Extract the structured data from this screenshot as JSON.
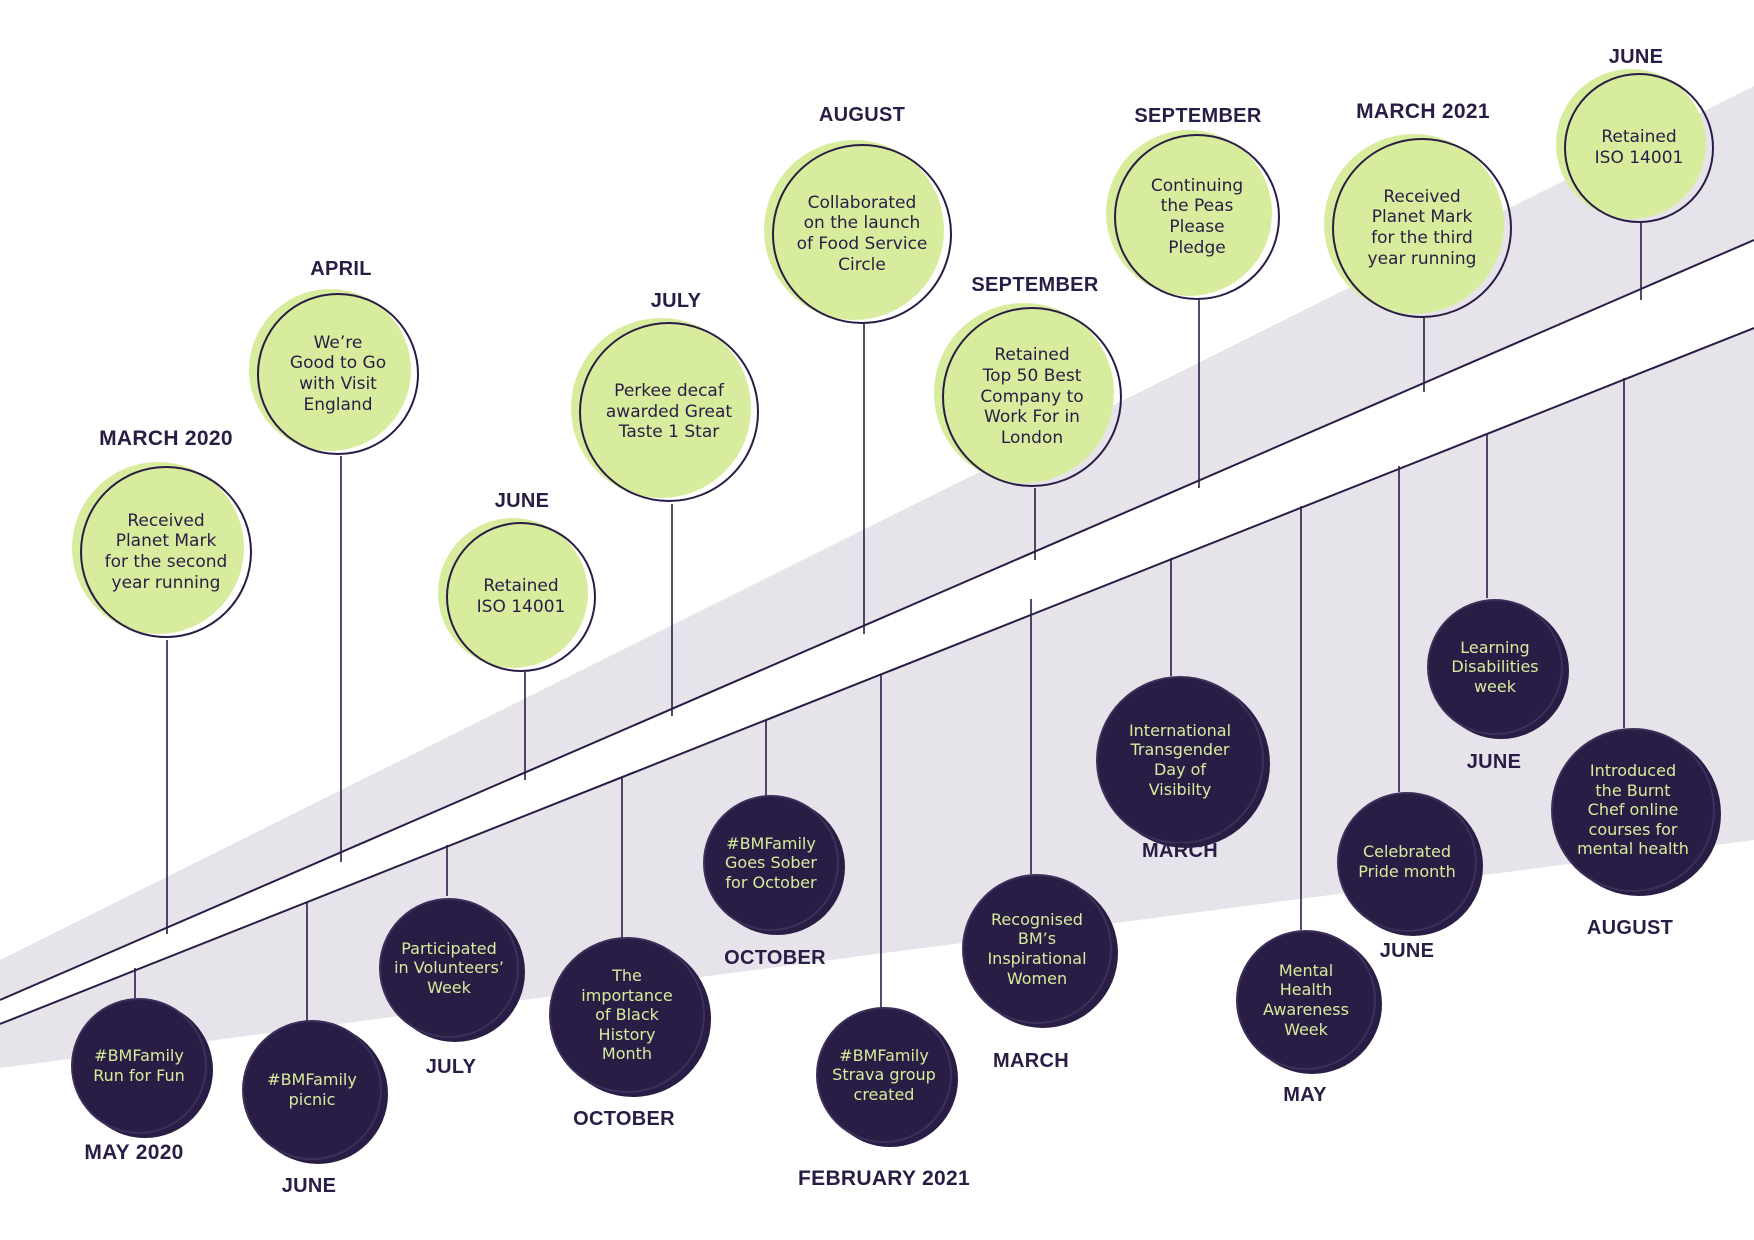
{
  "colors": {
    "navy": "#2a1d45",
    "lime": "#d7ec9c",
    "band": "#e6e4ea"
  },
  "events": [
    {
      "id": "mar-2020",
      "label": "MARCH 2020",
      "text": "Received\nPlanet Mark\nfor the second\nyear running",
      "style": "green"
    },
    {
      "id": "apr-2020",
      "label": "APRIL",
      "text": "We’re\nGood to Go\nwith Visit\nEngland",
      "style": "green"
    },
    {
      "id": "jun-2020-top",
      "label": "JUNE",
      "text": "Retained\nISO 14001",
      "style": "green"
    },
    {
      "id": "jul-2020-top",
      "label": "JULY",
      "text": "Perkee decaf\nawarded Great\nTaste 1 Star",
      "style": "green"
    },
    {
      "id": "aug-2020",
      "label": "AUGUST",
      "text": "Collaborated\non the launch\nof Food Service\nCircle",
      "style": "green"
    },
    {
      "id": "sep-2020-a",
      "label": "SEPTEMBER",
      "text": "Retained\nTop 50 Best\nCompany to\nWork For in\nLondon",
      "style": "green"
    },
    {
      "id": "sep-2020-b",
      "label": "SEPTEMBER",
      "text": "Continuing\nthe Peas\nPlease\nPledge",
      "style": "green"
    },
    {
      "id": "mar-2021",
      "label": "MARCH 2021",
      "text": "Received\nPlanet Mark\nfor the third\nyear running",
      "style": "green"
    },
    {
      "id": "jun-2021-top",
      "label": "JUNE",
      "text": "Retained\nISO 14001",
      "style": "green"
    },
    {
      "id": "may-2020",
      "label": "MAY 2020",
      "text": "#BMFamily\nRun for Fun",
      "style": "purple"
    },
    {
      "id": "jun-2020-bot",
      "label": "JUNE",
      "text": "#BMFamily\npicnic",
      "style": "purple"
    },
    {
      "id": "jul-2020-bot",
      "label": "JULY",
      "text": "Participated\nin Volunteers’\nWeek",
      "style": "purple"
    },
    {
      "id": "oct-2020-a",
      "label": "OCTOBER",
      "text": "The\nimportance\nof Black\nHistory\nMonth",
      "style": "purple"
    },
    {
      "id": "oct-2020-b",
      "label": "OCTOBER",
      "text": "#BMFamily\nGoes Sober\nfor October",
      "style": "purple"
    },
    {
      "id": "feb-2021",
      "label": "FEBRUARY 2021",
      "text": "#BMFamily\nStrava group\ncreated",
      "style": "purple"
    },
    {
      "id": "mar-2021-bot-a",
      "label": "MARCH",
      "text": "Recognised\nBM’s\nInspirational\nWomen",
      "style": "purple"
    },
    {
      "id": "mar-2021-bot-b",
      "label": "MARCH",
      "text": "International\nTransgender\nDay of\nVisibilty",
      "style": "purple"
    },
    {
      "id": "may-2021",
      "label": "MAY",
      "text": "Mental\nHealth\nAwareness\nWeek",
      "style": "purple"
    },
    {
      "id": "jun-2021-bot-a",
      "label": "JUNE",
      "text": "Celebrated\nPride month",
      "style": "purple"
    },
    {
      "id": "jun-2021-bot-b",
      "label": "JUNE",
      "text": "Learning\nDisabilities\nweek",
      "style": "purple"
    },
    {
      "id": "aug-2021",
      "label": "AUGUST",
      "text": "Introduced\nthe Burnt\nChef online\ncourses for\nmental health",
      "style": "purple"
    }
  ]
}
